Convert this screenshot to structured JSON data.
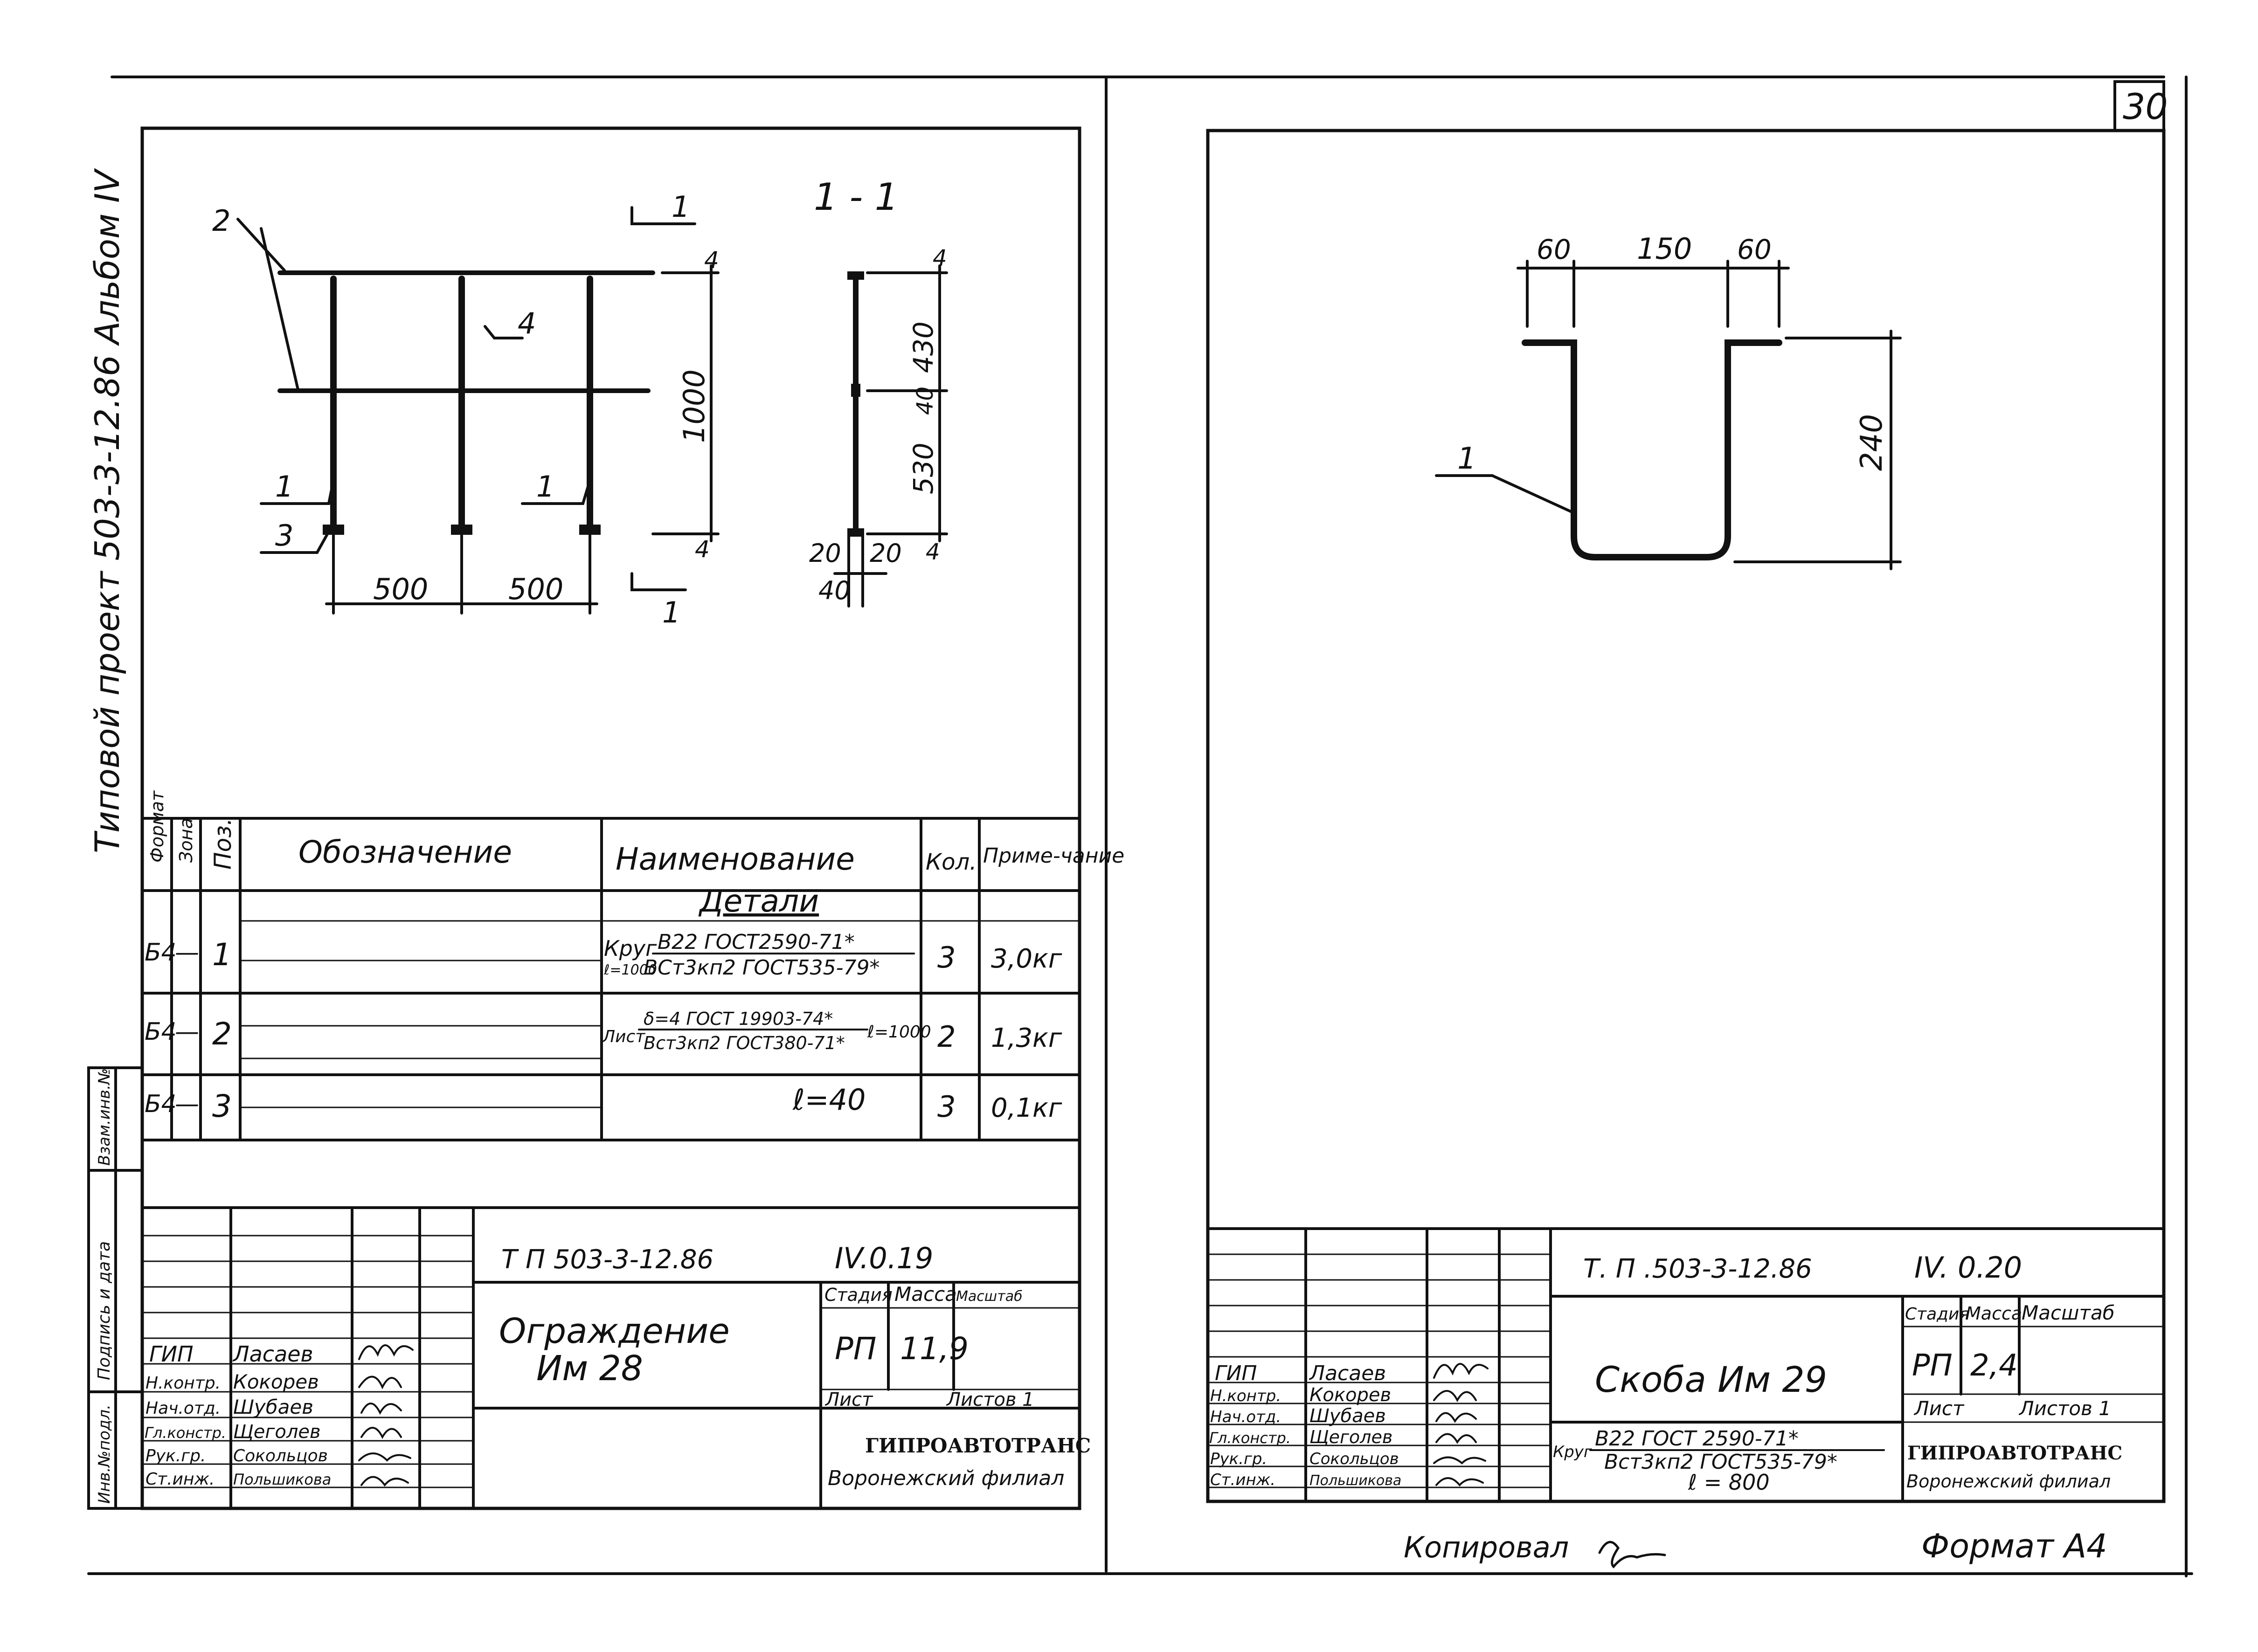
{
  "page_number": "30",
  "album": {
    "side_label": "Типовой проект 503-3-12.86   Альбом IV"
  },
  "left_sheet": {
    "view_labels": {
      "pos_2": "2",
      "pos_4": "4",
      "pos_1a": "1",
      "pos_1b": "1",
      "pos_3": "3",
      "cut_top": "1",
      "cut_bottom": "1"
    },
    "dims": {
      "span_a": "500",
      "span_b": "500",
      "top_4": "4",
      "height_1000": "1000",
      "bottom_4": "4"
    },
    "section": {
      "title": "1 - 1",
      "dims": {
        "d4_top": "4",
        "d430": "430",
        "d40": "40",
        "d530": "530",
        "d4_bottom": "4",
        "d20_left": "20",
        "d20_right": "20",
        "d40_base": "40"
      }
    },
    "spec": {
      "headers": {
        "format": "Формат",
        "zone": "Зона",
        "pos": "Поз.",
        "designation": "Обозначение",
        "name": "Наименование",
        "qty": "Кол.",
        "note": "Приме-чание"
      },
      "section_title": "Детали",
      "rows": [
        {
          "format": "Б4",
          "zone": "—",
          "pos": "1",
          "name_prefix": "Круг",
          "name_sub": "ℓ=1000",
          "name_top": "В22 ГОСТ2590-71*",
          "name_bottom": "ВСт3кп2 ГОСТ535-79*",
          "qty": "3",
          "note": "3,0кг"
        },
        {
          "format": "Б4",
          "zone": "—",
          "pos": "2",
          "name_prefix": "Лист",
          "name_top": "δ=4 ГОСТ 19903-74*",
          "name_bottom": "Вст3кп2 ГОСТ380-71*",
          "name_suffix": "ℓ=1000",
          "qty": "2",
          "note": "1,3кг"
        },
        {
          "format": "Б4",
          "zone": "—",
          "pos": "3",
          "name_single": "ℓ=40",
          "qty": "3",
          "note": "0,1кг"
        }
      ]
    },
    "side_stamp": {
      "inv": "Инв.№подл.",
      "sign_date": "Подпись и дата",
      "replace": "Взам.инв.№"
    },
    "title_block": {
      "code": "Т П  503-3-12.86",
      "sheet_code": "IV.0.19",
      "title_line1": "Ограждение",
      "title_line2": "Им 28",
      "stage_label": "Стадия",
      "mass_label": "Масса",
      "scale_label": "Масштаб",
      "stage": "РП",
      "mass": "11,9",
      "sheet_label": "Лист",
      "sheets_label": "Листов 1",
      "org_line1": "ГИПРОАВТОТРАНС",
      "org_line2": "Воронежский филиал",
      "people": [
        {
          "role": "ГИП",
          "name": "Ласаев"
        },
        {
          "role": "Н.контр.",
          "name": "Кокорев"
        },
        {
          "role": "Нач.отд.",
          "name": "Шубаев"
        },
        {
          "role": "Гл.констр.",
          "name": "Щеголев"
        },
        {
          "role": "Рук.гр.",
          "name": "Сокольцов"
        },
        {
          "role": "Ст.инж.",
          "name": "Польшикова"
        }
      ]
    }
  },
  "right_sheet": {
    "dims": {
      "w60a": "60",
      "w150": "150",
      "w60b": "60",
      "h240": "240",
      "pos_1": "1"
    },
    "title_block": {
      "code": "Т. П .503-3-12.86",
      "sheet_code": "IV. 0.20",
      "title": "Скоба Им 29",
      "material_prefix": "Круг",
      "material_top": "В22 ГОСТ 2590-71*",
      "material_bottom": "Вст3кп2 ГОСТ535-79*",
      "length": "ℓ = 800",
      "stage_label": "Стадия",
      "mass_label": "Масса",
      "scale_label": "Масштаб",
      "stage": "РП",
      "mass": "2,4",
      "sheet_label": "Лист",
      "sheets_label": "Листов 1",
      "org_line1": "ГИПРОАВТОТРАНС",
      "org_line2": "Воронежский филиал",
      "people": [
        {
          "role": "ГИП",
          "name": "Ласаев"
        },
        {
          "role": "Н.контр.",
          "name": "Кокорев"
        },
        {
          "role": "Нач.отд.",
          "name": "Шубаев"
        },
        {
          "role": "Гл.констр.",
          "name": "Щеголев"
        },
        {
          "role": "Рук.гр.",
          "name": "Сокольцов"
        },
        {
          "role": "Ст.инж.",
          "name": "Польшикова"
        }
      ]
    },
    "copied_label": "Копировал",
    "format_label": "Формат А4"
  }
}
